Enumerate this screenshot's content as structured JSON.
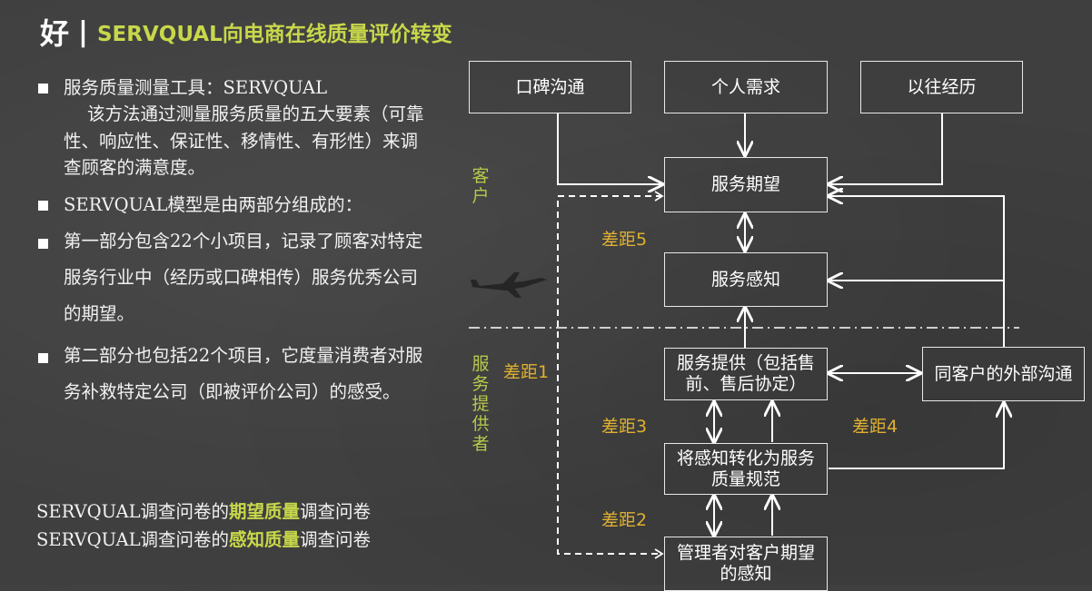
{
  "header": {
    "char": "好",
    "separator": "|",
    "title": "SERVQUAL向电商在线质量评价转变"
  },
  "left": {
    "p1_head": "服务质量测量工具：SERVQUAL",
    "p1_body": "该方法通过测量服务质量的五大要素（可靠性、响应性、保证性、移情性、有形性）来调查顾客的满意度。",
    "p2": "SERVQUAL模型是由两部分组成的：",
    "p3": "第一部分包含22个小项目，记录了顾客对特定服务行业中（经历或口碑相传）服务优秀公司的期望。",
    "p4": "第二部分也包括22个项目，它度量消费者对服务补救特定公司（即被评价公司）的感受。",
    "line1_a": "SERVQUAL调查问卷的",
    "line1_b": "期望质量",
    "line1_c": "调查问卷",
    "line2_a": "SERVQUAL调查问卷的",
    "line2_b": "感知质量",
    "line2_c": "调查问卷"
  },
  "diagram": {
    "boxes": {
      "word_of_mouth": "口碑沟通",
      "personal_needs": "个人需求",
      "past_experience": "以往经历",
      "expected_service": "服务期望",
      "perceived_service": "服务感知",
      "service_delivery": "服务提供（包括售前、售后协定）",
      "external_comm": "同客户的外部沟通",
      "translation": "将感知转化为服务质量规范",
      "management_perception": "管理者对客户期望的感知"
    },
    "side_labels": {
      "customer": "客户",
      "provider": "服务提供者"
    },
    "gaps": {
      "gap1": "差距1",
      "gap2": "差距2",
      "gap3": "差距3",
      "gap4": "差距4",
      "gap5": "差距5"
    }
  },
  "colors": {
    "background": "#3f3f3f",
    "accent": "#c8d84a",
    "gap_label": "#e0b030",
    "line": "#ffffff"
  }
}
